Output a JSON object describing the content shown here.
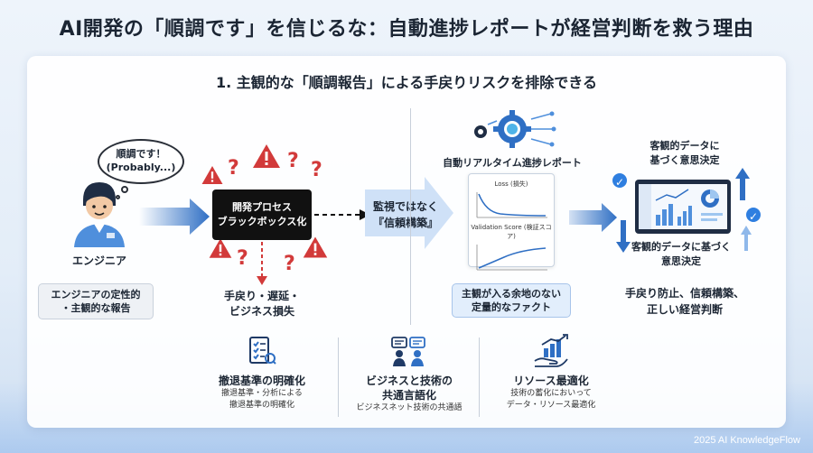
{
  "title": "AI開発の「順調です」を信じるな：自動進捗レポートが経営判断を救う理由",
  "section_title": "1.  主観的な「順調報告」による手戻りリスクを排除できる",
  "left": {
    "bubble_line1": "順調です！",
    "bubble_line2": "(Probably...)",
    "engineer_label": "エンジニア",
    "report_line1": "エンジニアの定性的",
    "report_line2": "・主観的な報告",
    "blackbox_line1": "開発プロセス",
    "blackbox_line2": "ブラックボックス化",
    "risk_line1": "手戻り・遅延・",
    "risk_line2": "ビジネス損失",
    "question_mark": "?",
    "warning_mark": "!"
  },
  "middle": {
    "arrow_line1": "監視ではなく",
    "arrow_line2": "『信頼構築』",
    "report_title": "自動リアルタイム進捗レポート",
    "loss_label": "Loss (損失)",
    "validation_label": "Validation Score (検証スコア)",
    "fact_line1": "主観が入る余地のない",
    "fact_line2": "定量的なファクト"
  },
  "right": {
    "top_line1": "客観的データに",
    "top_line2": "基づく意思決定",
    "mid_line1": "客観的データに基づく",
    "mid_line2": "意思決定",
    "result_line1": "手戻り防止、信頼構築、",
    "result_line2": "正しい経営判断",
    "check_mark": "✓"
  },
  "features": [
    {
      "title": "撤退基準の明確化",
      "sub1": "撤退基準・分析による",
      "sub2": "撤退基準の明確化"
    },
    {
      "title": "ビジネスと技術の",
      "title2": "共通言語化",
      "sub1": "ビジネスネット技術の共通語"
    },
    {
      "title": "リソース最適化",
      "sub1": "技術の蓄化においって",
      "sub2": "データ・リソース最適化"
    }
  ],
  "footer": "2025 AI KnowledgeFlow",
  "colors": {
    "accent": "#2f6fc4",
    "warning": "#d23a3a",
    "dark": "#111111"
  }
}
